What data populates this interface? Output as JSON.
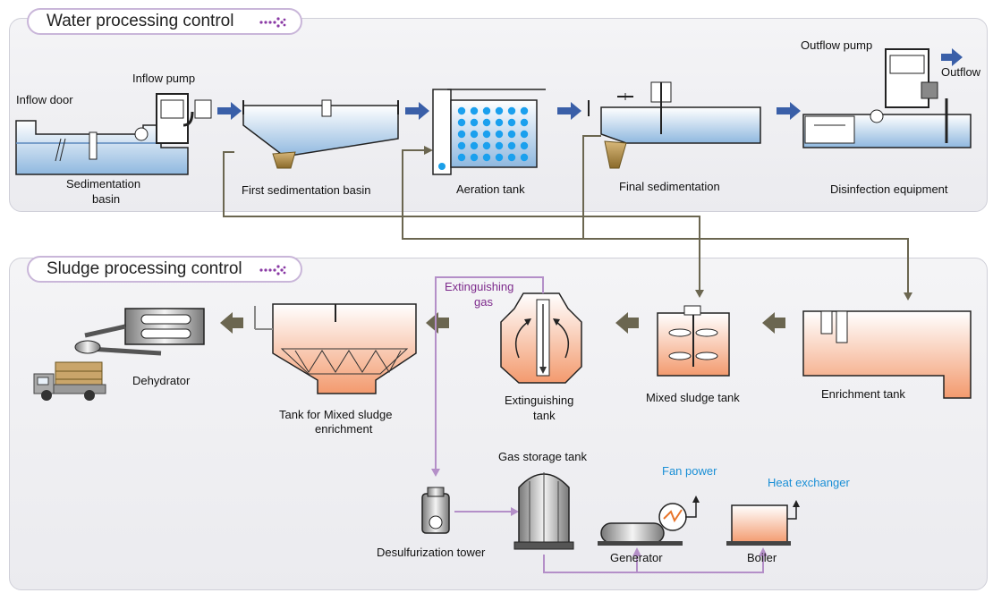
{
  "water": {
    "title": "Water processing control",
    "labels": {
      "inflow_door": "Inflow door",
      "inflow_pump": "Inflow pump",
      "sedimentation_basin_1": "Sedimentation",
      "sedimentation_basin_2": "basin",
      "first_sedimentation": "First sedimentation basin",
      "aeration": "Aeration tank",
      "final_sedimentation": "Final sedimentation",
      "outflow_pump": "Outflow pump",
      "outflow": "Outflow",
      "disinfection": "Disinfection equipment"
    }
  },
  "sludge": {
    "title": "Sludge processing control",
    "labels": {
      "dehydrator": "Dehydrator",
      "mixed_enrichment_1": "Tank for Mixed sludge",
      "mixed_enrichment_2": "enrichment",
      "extinguishing_gas_1": "Extinguishing",
      "extinguishing_gas_2": "gas",
      "extinguishing_tank_1": "Extinguishing",
      "extinguishing_tank_2": "tank",
      "mixed_sludge_tank": "Mixed sludge tank",
      "enrichment_tank": "Enrichment tank",
      "gas_storage": "Gas storage tank",
      "fan_power": "Fan power",
      "heat_exchanger": "Heat exchanger",
      "desulfurization": "Desulfurization tower",
      "generator": "Generator",
      "boiler": "Boiler"
    }
  },
  "colors": {
    "water_blue": "#3a5fa8",
    "sludge_arrow": "#6b6650",
    "gas_line": "#b48fc8",
    "sludge_fill": "#f2a07a",
    "accent_blue": "#1a8fd6"
  }
}
